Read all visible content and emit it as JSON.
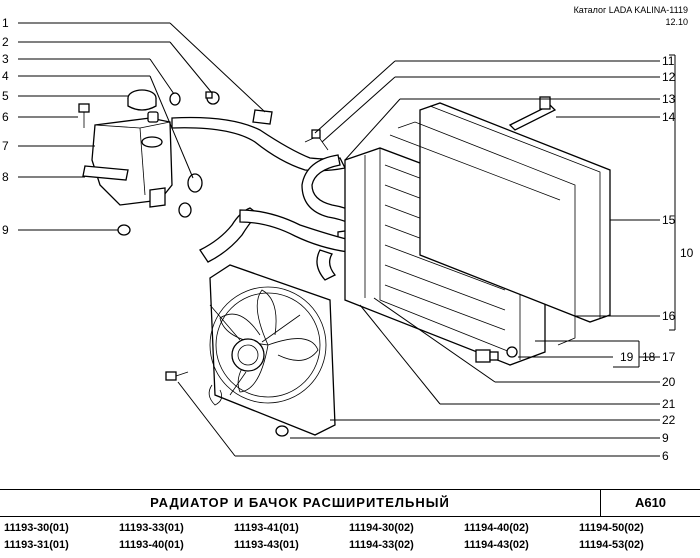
{
  "header": {
    "catalog": "Каталог LADA KALINA-1119",
    "page": "12.10"
  },
  "callouts_left": [
    "1",
    "2",
    "3",
    "4",
    "5",
    "6",
    "7",
    "8",
    "9"
  ],
  "callouts_right": [
    "11",
    "12",
    "13",
    "14",
    "15",
    "16",
    "17",
    "18",
    "19",
    "20",
    "21",
    "22",
    "9",
    "6"
  ],
  "callout_group": "10",
  "title": "РАДИАТОР  И  БАЧОК  РАСШИРИТЕЛЬНЫЙ",
  "code": "А610",
  "variants": [
    [
      "11193-30(01)",
      "11193-33(01)",
      "11193-41(01)",
      "11194-30(02)",
      "11194-40(02)",
      "11194-50(02)"
    ],
    [
      "11193-31(01)",
      "11193-40(01)",
      "11193-43(01)",
      "11194-33(02)",
      "11194-43(02)",
      "11194-53(02)"
    ]
  ]
}
